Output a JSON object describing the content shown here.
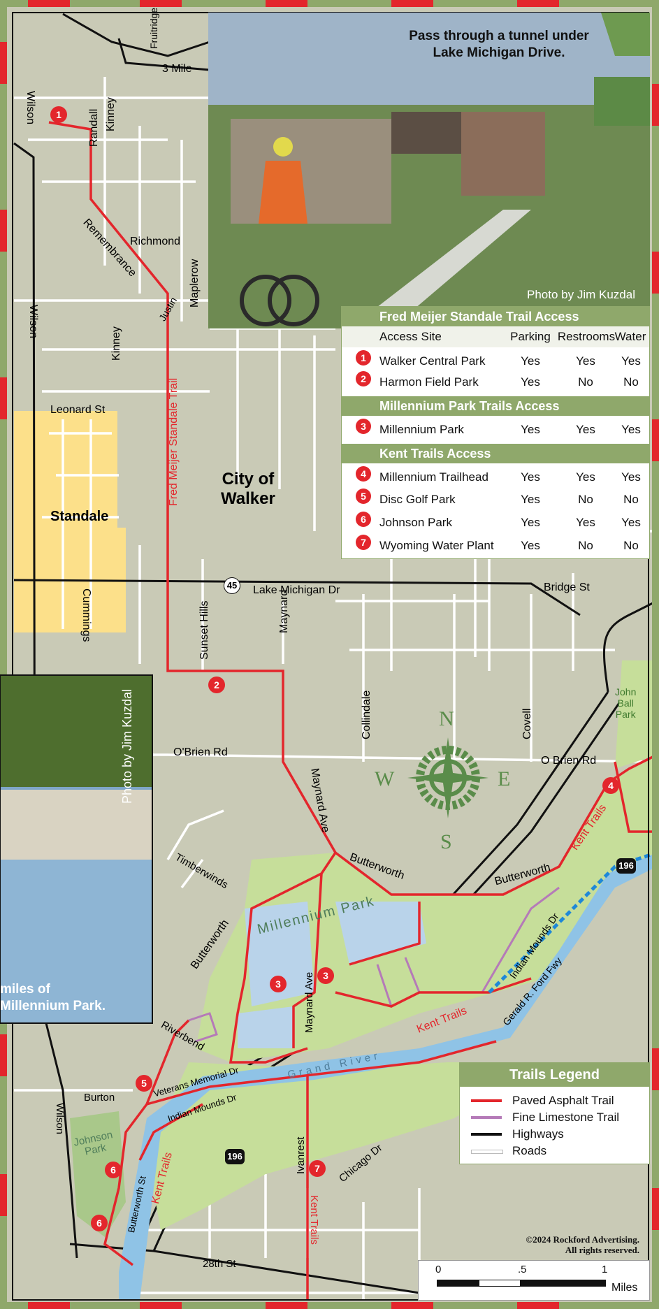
{
  "top_photo": {
    "caption_line1": "Pass through a tunnel under",
    "caption_line2": "Lake Michigan Drive.",
    "credit": "Photo by Jim Kuzdal"
  },
  "left_photo": {
    "credit": "Photo by Jim Kuzdal",
    "caption_line1": "miles of",
    "caption_line2": "Millennium Park."
  },
  "access_table": {
    "sections": [
      {
        "title": "Fred Meijer Standale Trail Access",
        "rows": [
          {
            "num": "1",
            "site": "Walker Central Park",
            "parking": "Yes",
            "restrooms": "Yes",
            "water": "Yes"
          },
          {
            "num": "2",
            "site": "Harmon Field Park",
            "parking": "Yes",
            "restrooms": "No",
            "water": "No"
          }
        ]
      },
      {
        "title": "Millennium Park Trails Access",
        "rows": [
          {
            "num": "3",
            "site": "Millennium Park",
            "parking": "Yes",
            "restrooms": "Yes",
            "water": "Yes"
          }
        ]
      },
      {
        "title": "Kent Trails Access",
        "rows": [
          {
            "num": "4",
            "site": "Millennium Trailhead",
            "parking": "Yes",
            "restrooms": "Yes",
            "water": "Yes"
          },
          {
            "num": "5",
            "site": "Disc Golf Park",
            "parking": "Yes",
            "restrooms": "No",
            "water": "No"
          },
          {
            "num": "6",
            "site": "Johnson Park",
            "parking": "Yes",
            "restrooms": "Yes",
            "water": "Yes"
          },
          {
            "num": "7",
            "site": "Wyoming Water Plant",
            "parking": "Yes",
            "restrooms": "No",
            "water": "No"
          }
        ]
      }
    ],
    "headers": {
      "site": "Access Site",
      "parking": "Parking",
      "restrooms": "Restrooms",
      "water": "Water"
    }
  },
  "legend": {
    "title": "Trails Legend",
    "items": [
      {
        "label": "Paved Asphalt Trail",
        "color": "#e3262c"
      },
      {
        "label": "Fine Limestone Trail",
        "color": "#b57ab8"
      },
      {
        "label": "Highways",
        "color": "#111111"
      },
      {
        "label": "Roads",
        "color": "#ffffff"
      }
    ]
  },
  "copyright": {
    "line1": "©2024 Rockford Advertising.",
    "line2": "All rights reserved."
  },
  "scale": {
    "ticks": [
      "0",
      ".5",
      "1"
    ],
    "unit": "Miles"
  },
  "compass": {
    "n": "N",
    "s": "S",
    "e": "E",
    "w": "W"
  },
  "map_labels": {
    "fruitridge": "Fruitridge",
    "three_mile": "3 Mile",
    "wilson_top": "Wilson",
    "randall": "Randall",
    "kinney_top": "Kinney",
    "remembrance": "Remembrance",
    "richmond": "Richmond",
    "justin": "Justin",
    "maplerow": "Maplerow",
    "wilson_mid": "Wilson",
    "kinney_mid": "Kinney",
    "fred_meijer_trail": "Fred Meijer Standale Trail",
    "leonard": "Leonard St",
    "standale": "Standale",
    "city_of_walker_1": "City of",
    "city_of_walker_2": "Walker",
    "route_45": "45",
    "lake_michigan_dr": "Lake Michigan Dr",
    "bridge_st": "Bridge St",
    "cummings": "Cummings",
    "sunset_hills": "Sunset Hills",
    "maynard_top": "Maynard",
    "collindale": "Collindale",
    "covell": "Covell",
    "john_ball_1": "John",
    "john_ball_2": "Ball",
    "john_ball_3": "Park",
    "obrien_left": "O'Brien Rd",
    "obrien_right": "O Brien Rd",
    "maynard_ave": "Maynard Ave",
    "kent_trails_ne": "Kent Trails",
    "route_196_ne": "196",
    "timberwinds": "Timberwinds",
    "butterworth_n": "Butterworth",
    "butterworth_e": "Butterworth",
    "millennium_park": "Millennium Park",
    "butterworth_w": "Butterworth",
    "maynard_ave_park": "Maynard Ave",
    "indian_mounds_e": "Indian Mounds Dr",
    "gerald_ford": "Gerald R. Ford Fwy",
    "kent_trails_mid": "Kent Trails",
    "riverbend": "Riverbend",
    "grand_river": "Grand River",
    "veterans": "Veterans Memorial Dr",
    "indian_mounds_w": "Indian Mounds Dr",
    "burton": "Burton",
    "wilson_bottom": "Wilson",
    "johnson_park_1": "Johnson",
    "johnson_park_2": "Park",
    "route_196_sw": "196",
    "kent_trails_sw": "Kent Trails",
    "butterworth_st": "Butterworth St",
    "ivanrest": "Ivanrest",
    "chicago_dr": "Chicago Dr",
    "kent_trails_s": "Kent Trails",
    "twenty_eighth": "28th St"
  },
  "markers": [
    {
      "num": "1"
    },
    {
      "num": "2"
    },
    {
      "num": "3"
    },
    {
      "num": "3"
    },
    {
      "num": "4"
    },
    {
      "num": "5"
    },
    {
      "num": "6"
    },
    {
      "num": "6"
    },
    {
      "num": "7"
    }
  ]
}
